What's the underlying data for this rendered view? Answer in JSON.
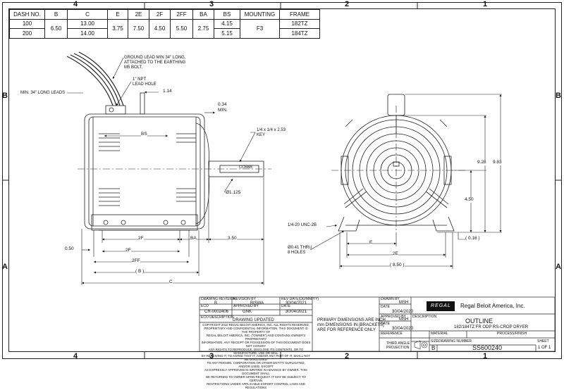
{
  "zones": {
    "top": [
      "4",
      "3",
      "2",
      "1"
    ],
    "bottom": [
      "4",
      "3",
      "2",
      "1"
    ],
    "left": [
      "B",
      "A"
    ],
    "right": [
      "B",
      "A"
    ]
  },
  "dash_table": {
    "headers": [
      "DASH NO.",
      "B",
      "C",
      "E",
      "2E",
      "2F",
      "2FF",
      "BA",
      "BS",
      "MOUNTING",
      "FRAME"
    ],
    "rows": [
      {
        "dash": "100",
        "c": "13.00",
        "bs": "4.15",
        "frame": "182TZ"
      },
      {
        "dash": "200",
        "c": "14.00",
        "bs": "5.15",
        "frame": "184TZ"
      }
    ],
    "shared": {
      "b": "6.50",
      "e": "3.75",
      "e2": "7.50",
      "f2": "4.50",
      "ff2": "5.50",
      "ba": "2.75",
      "mounting": "F3"
    }
  },
  "side_view": {
    "ground_lead_note": [
      "GROUND LEAD MIN 34\" LONG,",
      "ATTACHED TO THE EARTHING",
      "M5 BOLT."
    ],
    "leads_note": "MIN. 34\" LONG LEADS",
    "npt_note": [
      "1\" NPT",
      "LEAD HOLE"
    ],
    "dim_114": "1.14",
    "dim_034": [
      "0.34",
      "MIN."
    ],
    "key_note": [
      "1/4 x 1/4 x 2.53",
      "KEY"
    ],
    "bs_label": "BS",
    "shaft_dia": "Ø1.125",
    "dim_050": "0.50",
    "dim_2f_top": "2F",
    "dim_ba": "BA",
    "dim_350": "3.50",
    "dim_2f": "2F",
    "dim_2ff": "2FF",
    "dim_b": "( B )",
    "dim_c": "C",
    "shaft_text": "CCBBB"
  },
  "end_view": {
    "dim_928": "9.28",
    "dim_983": "9.83",
    "dim_450": "4.50",
    "dim_016": "( 0.16 )",
    "unc_note": "1/4-20 UNC-2B",
    "hole_note": [
      "Ø0.41 THRU",
      "8 HOLES"
    ],
    "dim_e": "E",
    "dim_2e": "2E",
    "dim_850": "( 8.50 )"
  },
  "revision_block": {
    "drawing_revision_label": "DRAWING REVISION",
    "drawing_revision": "B",
    "revision_by_label": "REVISION BY",
    "revision_by": "BISWA",
    "rev_date_label": "REV DATE(DD/MM/YY)",
    "rev_date": "30/04/2021",
    "eco_label": "ECO",
    "eco": "CR-0002406",
    "approved_by_label": "APPROVED BY",
    "approved_by": "GNK",
    "date_label": "DATE",
    "approved_date": "30/04/2021",
    "eco_desc_label": "ECO DESCRIPTION",
    "eco_desc": "DRAWING UPDATED",
    "copyright": [
      "COPYRIGHT 2010 REGAL BELOIT AMERICA, INC. ALL RIGHTS RESERVED.",
      "PROPRIETARY AND CONFIDENTIAL INFORMATION. THIS DOCUMENT IS THE PROPERTY OF",
      "REGAL BELOIT AMERICA, INC. (\"OWNER\") AND CONTAINS OWNER'S PROPRIETARY",
      "INFORMATION. ANY RECEIPT OR POSSESSION OF THIS DOCUMENT DOES NOT CONVEY",
      "ANY RIGHTS TO REPRODUCE, DISCLOSE ITS CONTENTS, OR TO MANUFACTURE, USE OR SELL",
      "BY RECEIVING IT, TO AGREE THAT IT, AND/OR ANY PART OF IT, SHALL NOT BE DISCLOSED",
      "TO ANY PERSON. CORPORATION OR OTHER ENTITY. DUPLICATED, AND/OR USED, EXCEPT",
      "AS EXPRESSLY APPROVED IN WRITING IN ADVANCE BY OWNER. THIS DOCUMENT SHALL",
      "BE RETURNED TO OWNER UPON REQUEST. IT MAY BE SUBJECT TO CERTAIN",
      "RESTRICTIONS UNDER APPLICABLE EXPORT CONTROL LAWS AND REGULATIONS"
    ]
  },
  "dimension_note": [
    "PRIMARY DIMENSIONS ARE INCH",
    "mm DIMENSIONS IN [BRACKETS]",
    "ARE FOR REFERENCE ONLY"
  ],
  "title_block": {
    "drawn_by_label": "DRAWN BY",
    "drawn_by": "MSH",
    "date_label": "DATE",
    "drawn_date": "30/04/2020",
    "approved_by_label": "APPROVED BY",
    "approved_by": "MSH",
    "date_label2": "DATE",
    "approved_date": "30/04/2020",
    "logo": "REGAL",
    "company": "Regal Beloit America, Inc.",
    "description_label": "DESCRIPTION",
    "title": "OUTLINE",
    "subtitle": "182/184TZ FR ODP RS-CROP DRYER",
    "reference_label": "REFERENCE",
    "material_label": "MATERIAL",
    "process_label": "PROCESS/FINISH",
    "projection": [
      "THIRD ANGLE",
      "PROJECTION"
    ],
    "size_label": "SIZE",
    "size": "B",
    "drawing_number_label": "DRAWING NUMBER",
    "drawing_number": "SS600240",
    "sheet_label": "SHEET",
    "sheet": "1 OF 1"
  }
}
